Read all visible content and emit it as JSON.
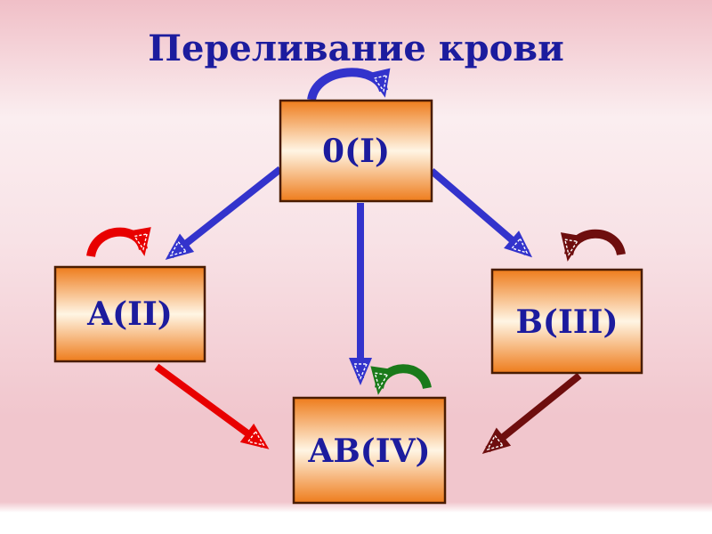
{
  "title": "Переливание крови",
  "colors": {
    "bg-top": "#f0bfc7",
    "bg-mid": "#fbeef0",
    "bg-mid2": "#f8e2e6",
    "bg-low": "#f1c6cd",
    "bg-bottom": "#ffffff",
    "box-edge": "#ee7c1c",
    "box-mid": "#fff5e4",
    "box-border": "#4a1c00",
    "label": "#1c1c9e",
    "title": "#1c1c9e",
    "blue": "#3333cc",
    "red": "#e80000",
    "darkred": "#6e0e0e",
    "green": "#1a7a1a"
  },
  "nodes": {
    "o1": {
      "label": "0(I)"
    },
    "a2": {
      "label": "A(II)"
    },
    "b3": {
      "label": "B(III)"
    },
    "ab4": {
      "label": "AB(IV)"
    }
  },
  "edges": [
    {
      "from": "0(I)",
      "to": "0(I)",
      "type": "self-loop",
      "color": "blue"
    },
    {
      "from": "0(I)",
      "to": "A(II)",
      "type": "arrow",
      "color": "blue"
    },
    {
      "from": "0(I)",
      "to": "B(III)",
      "type": "arrow",
      "color": "blue"
    },
    {
      "from": "0(I)",
      "to": "AB(IV)",
      "type": "arrow",
      "color": "blue"
    },
    {
      "from": "A(II)",
      "to": "A(II)",
      "type": "self-loop",
      "color": "red"
    },
    {
      "from": "A(II)",
      "to": "AB(IV)",
      "type": "arrow",
      "color": "red"
    },
    {
      "from": "B(III)",
      "to": "B(III)",
      "type": "self-loop",
      "color": "darkred"
    },
    {
      "from": "B(III)",
      "to": "AB(IV)",
      "type": "arrow",
      "color": "darkred"
    },
    {
      "from": "AB(IV)",
      "to": "AB(IV)",
      "type": "self-loop",
      "color": "green"
    }
  ]
}
